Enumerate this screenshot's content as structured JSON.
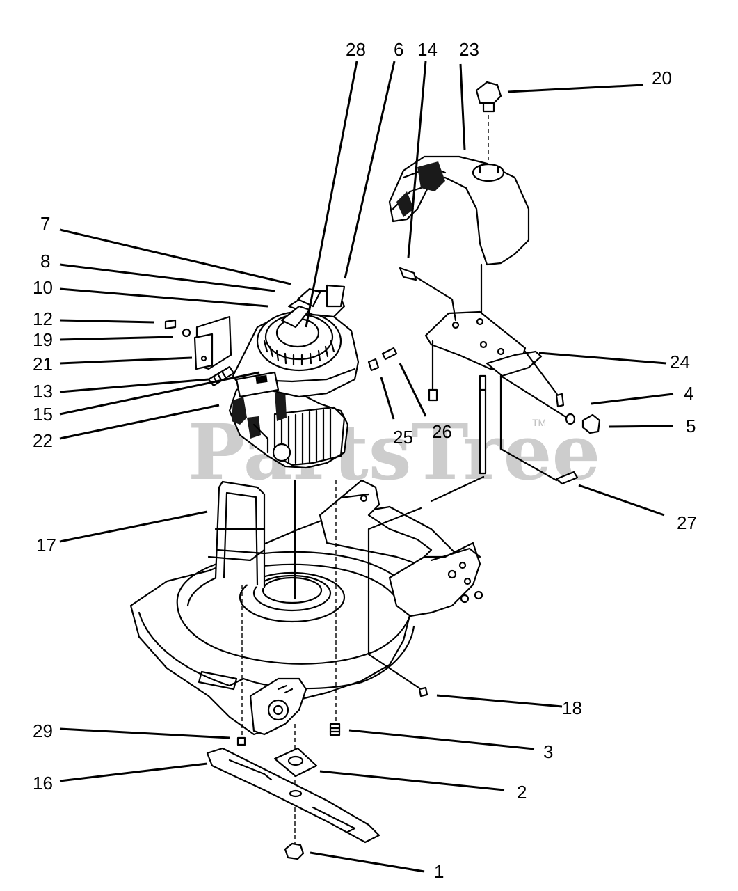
{
  "watermark": {
    "text": "PartsTree",
    "trademark": "TM"
  },
  "callouts": [
    {
      "number": "28"
    },
    {
      "number": "6"
    },
    {
      "number": "14"
    },
    {
      "number": "23"
    },
    {
      "number": "20"
    },
    {
      "number": "7"
    },
    {
      "number": "8"
    },
    {
      "number": "10"
    },
    {
      "number": "12"
    },
    {
      "number": "19"
    },
    {
      "number": "21"
    },
    {
      "number": "13"
    },
    {
      "number": "15"
    },
    {
      "number": "22"
    },
    {
      "number": "24"
    },
    {
      "number": "4"
    },
    {
      "number": "5"
    },
    {
      "number": "25"
    },
    {
      "number": "26"
    },
    {
      "number": "27"
    },
    {
      "number": "17"
    },
    {
      "number": "18"
    },
    {
      "number": "29"
    },
    {
      "number": "3"
    },
    {
      "number": "16"
    },
    {
      "number": "2"
    },
    {
      "number": "1"
    }
  ]
}
